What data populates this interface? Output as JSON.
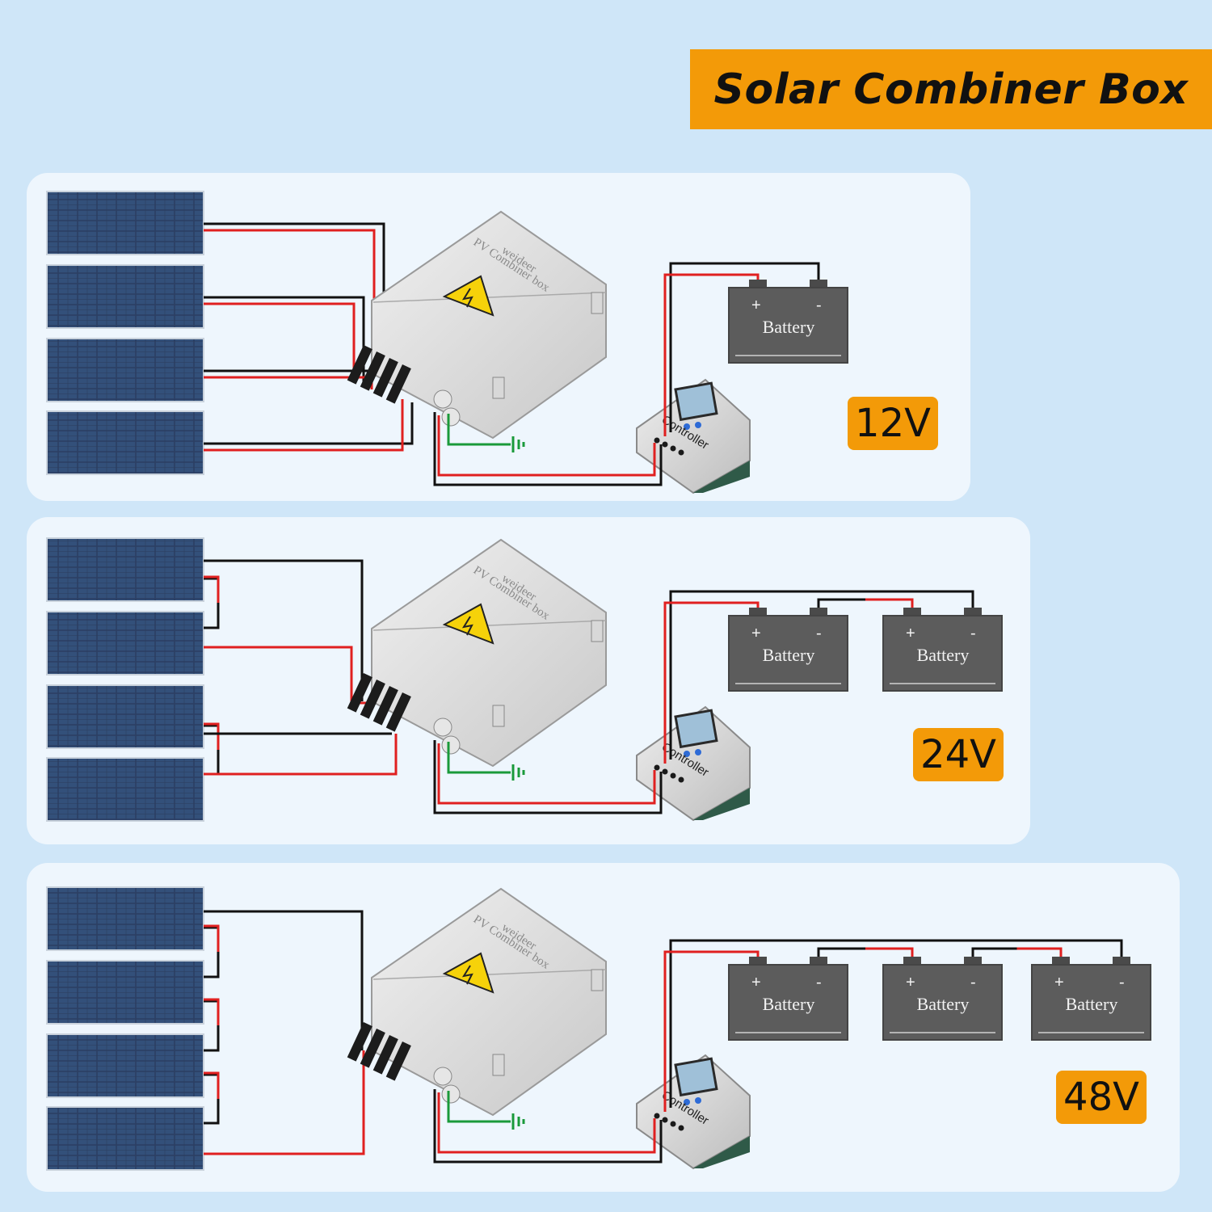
{
  "title": "Solar Combiner Box",
  "combiner_box": {
    "brand": "weideer",
    "label": "PV Combiner box"
  },
  "controller_label": "Controller",
  "battery": {
    "label": "Battery",
    "plus": "+",
    "minus": "-"
  },
  "systems": [
    {
      "voltage": "12V",
      "panels": 4,
      "batteries": 1
    },
    {
      "voltage": "24V",
      "panels": 4,
      "batteries": 2
    },
    {
      "voltage": "48V",
      "panels": 4,
      "batteries": 3
    }
  ],
  "colors": {
    "background": "#cfe6f8",
    "card": "#eef6fd",
    "accent": "#f39a08",
    "wire_positive": "#e02020",
    "wire_negative": "#111111",
    "wire_ground": "#1a9a3a",
    "battery": "#5c5c5c"
  }
}
